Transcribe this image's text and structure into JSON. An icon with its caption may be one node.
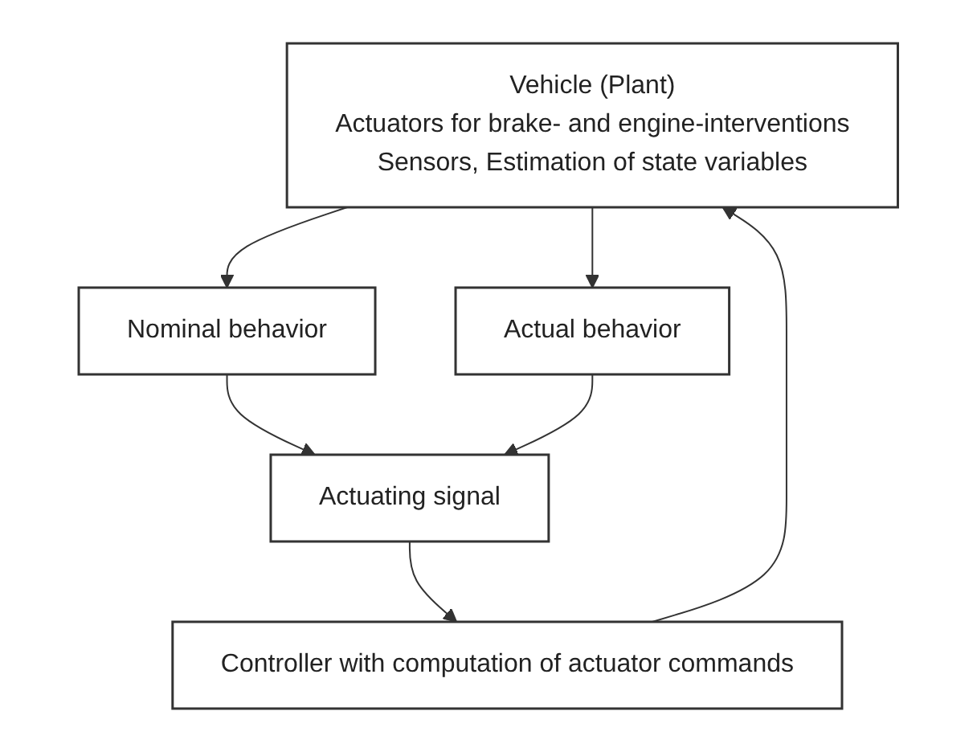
{
  "diagram": {
    "nodes": [
      {
        "text": [
          "Vehicle (Plant)",
          "Actuators for brake- and engine-interventions",
          "Sensors, Estimation of state variables"
        ]
      },
      {
        "text": [
          "Nominal behavior"
        ]
      },
      {
        "text": [
          "Actual behavior"
        ]
      },
      {
        "text": [
          "Actuating signal"
        ]
      },
      {
        "text": [
          "Controller with computation of actuator commands"
        ]
      }
    ],
    "edges": [
      {
        "from": 0,
        "to": 1,
        "arrow": "to"
      },
      {
        "from": 0,
        "to": 2,
        "arrow": "to"
      },
      {
        "from": 1,
        "to": 3,
        "arrow": "to"
      },
      {
        "from": 2,
        "to": 3,
        "arrow": "to"
      },
      {
        "from": 3,
        "to": 4,
        "arrow": "to"
      },
      {
        "from": 4,
        "to": 0,
        "arrow": "to"
      }
    ]
  }
}
